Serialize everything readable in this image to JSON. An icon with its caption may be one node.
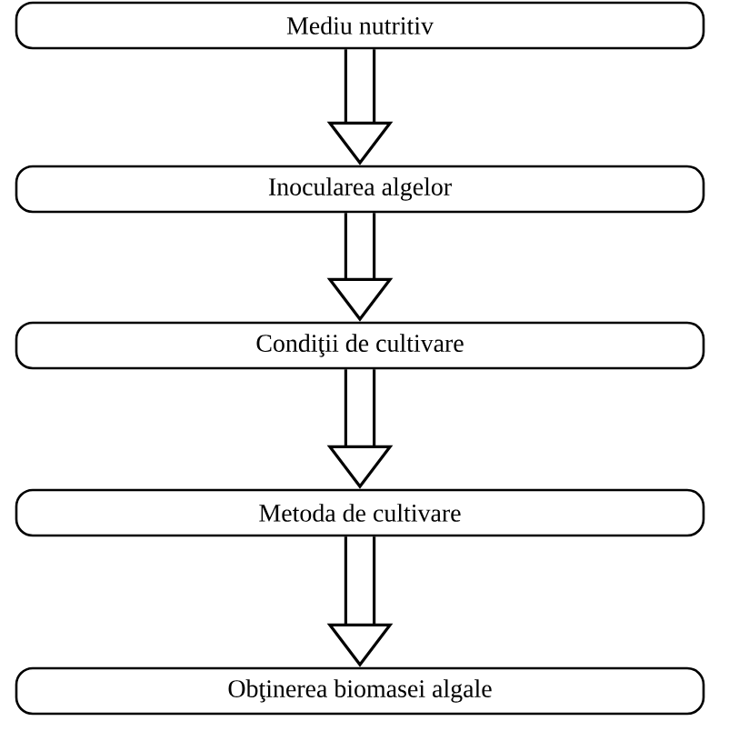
{
  "diagram": {
    "nodes": [
      {
        "text": [
          "Mediu nutritiv"
        ]
      },
      {
        "text": [
          "Inocularea algelor"
        ]
      },
      {
        "text": [
          "Condiţii de cultivare"
        ]
      },
      {
        "text": [
          "Metoda de cultivare"
        ]
      },
      {
        "text": [
          "Obţinerea biomasei algale"
        ]
      }
    ],
    "edges": [
      {
        "from": 0,
        "to": 1,
        "arrow": "to"
      },
      {
        "from": 1,
        "to": 2,
        "arrow": "to"
      },
      {
        "from": 2,
        "to": 3,
        "arrow": "to"
      },
      {
        "from": 3,
        "to": 4,
        "arrow": "to"
      }
    ]
  }
}
